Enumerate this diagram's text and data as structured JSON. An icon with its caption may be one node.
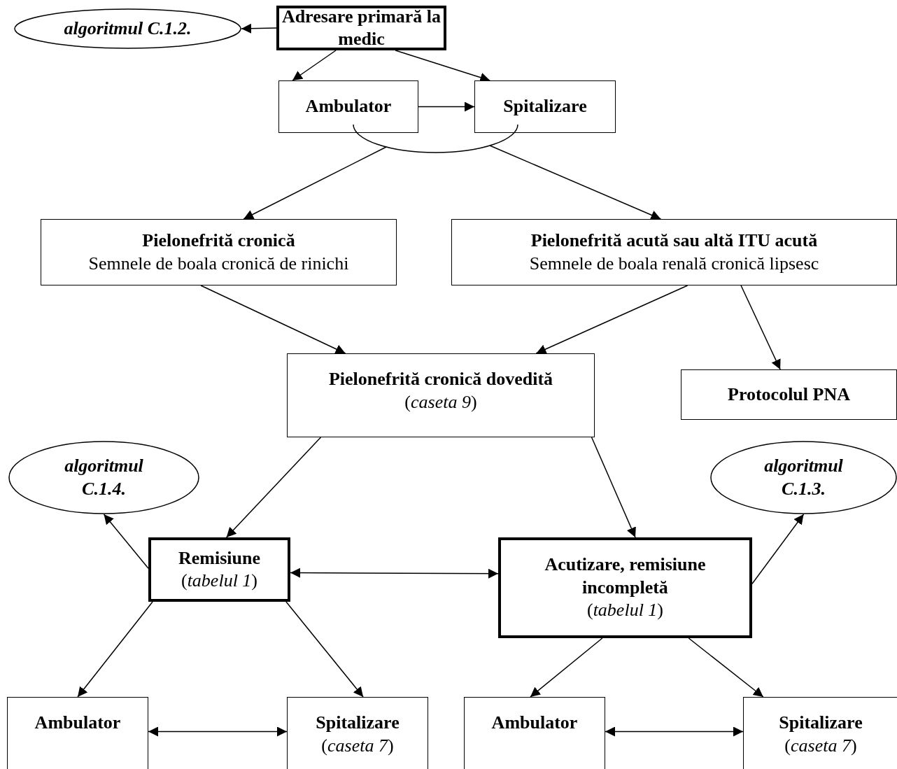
{
  "diagram": {
    "nodes": [
      {
        "text": [
          "Adresare primară la medic"
        ]
      },
      {
        "text": [
          "algoritmul C.1.2."
        ]
      },
      {
        "text": [
          "Ambulator"
        ]
      },
      {
        "text": [
          "Spitalizare"
        ]
      },
      {
        "text": [],
        "shape": "arc"
      },
      {
        "text": [
          "Pielonefrită cronică",
          "Semnele de boala cronică de rinichi"
        ]
      },
      {
        "text": [
          "Pielonefrită acută sau altă ITU acută",
          "Semnele de boala renală cronică lipsesc"
        ]
      },
      {
        "text": [
          "Pielonefrită cronică dovedită",
          "(*caseta 9*)"
        ]
      },
      {
        "text": [
          "Protocolul PNA"
        ]
      },
      {
        "text": [
          "algoritmul C.1.4."
        ]
      },
      {
        "text": [
          "algoritmul C.1.3."
        ]
      },
      {
        "text": [
          "Remisiune",
          "(*tabelul 1*)"
        ]
      },
      {
        "text": [
          "Acutizare, remisiune incompletă",
          "(*tabelul 1*)"
        ]
      },
      {
        "text": [
          "Ambulator"
        ]
      },
      {
        "text": [
          "Spitalizare",
          "(*caseta 7*)"
        ]
      },
      {
        "text": [
          "Ambulator"
        ]
      },
      {
        "text": [
          "Spitalizare",
          "(*caseta 7*)"
        ]
      }
    ],
    "edges": [
      {
        "from": 0,
        "to": 1,
        "arrow": "to"
      },
      {
        "from": 0,
        "to": 2,
        "arrow": "to"
      },
      {
        "from": 0,
        "to": 3,
        "arrow": "to"
      },
      {
        "from": 2,
        "to": 3,
        "arrow": "to"
      },
      {
        "from": 4,
        "to": 5,
        "arrow": "to"
      },
      {
        "from": 4,
        "to": 6,
        "arrow": "to"
      },
      {
        "from": 5,
        "to": 7,
        "arrow": "to"
      },
      {
        "from": 6,
        "to": 7,
        "arrow": "to"
      },
      {
        "from": 6,
        "to": 8,
        "arrow": "to"
      },
      {
        "from": 7,
        "to": 11,
        "arrow": "to"
      },
      {
        "from": 7,
        "to": 12,
        "arrow": "to"
      },
      {
        "from": 11,
        "to": 9,
        "arrow": "to"
      },
      {
        "from": 12,
        "to": 10,
        "arrow": "to"
      },
      {
        "from": 11,
        "to": 12,
        "arrow": "both"
      },
      {
        "from": 11,
        "to": 13,
        "arrow": "to"
      },
      {
        "from": 11,
        "to": 14,
        "arrow": "to"
      },
      {
        "from": 12,
        "to": 15,
        "arrow": "to"
      },
      {
        "from": 12,
        "to": 16,
        "arrow": "to"
      },
      {
        "from": 13,
        "to": 14,
        "arrow": "both"
      },
      {
        "from": 15,
        "to": 16,
        "arrow": "both"
      }
    ]
  }
}
